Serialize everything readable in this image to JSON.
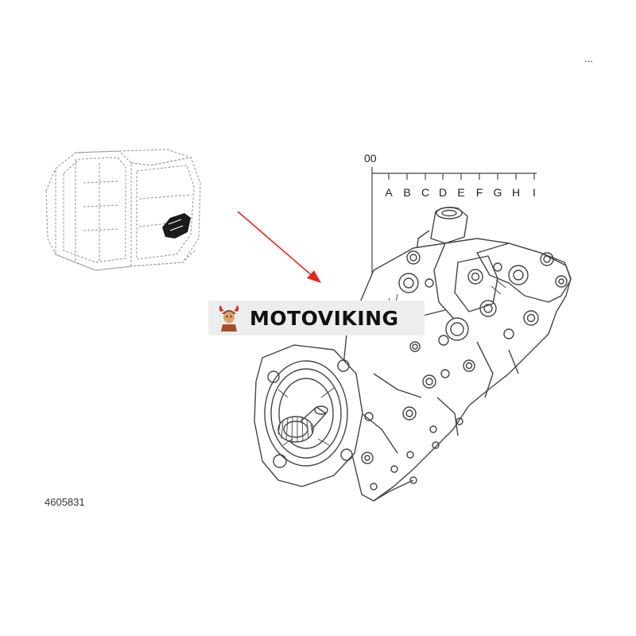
{
  "diagram": {
    "scale_origin_label": "00",
    "scale_letters": [
      "A",
      "B",
      "C",
      "D",
      "E",
      "F",
      "G",
      "H",
      "I"
    ],
    "part_number": "4605831",
    "corner_mark": "..."
  },
  "watermark": {
    "brand": "MOTOVIKING",
    "logo_icon": "viking-mascot-icon"
  },
  "colors": {
    "line": "#444444",
    "dashed_line": "#9a9a9a",
    "arrow": "#e0281f",
    "banner_bg": "#ededed",
    "mascot_brown": "#a0522d",
    "mascot_red": "#d4341f"
  }
}
